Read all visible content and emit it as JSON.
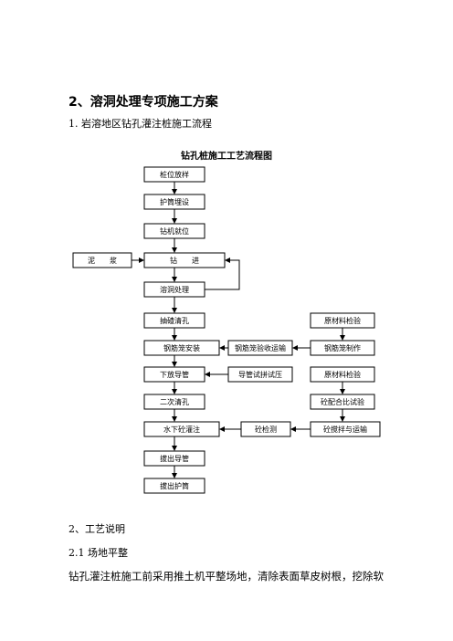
{
  "doc": {
    "heading": "2、溶洞处理专项施工方案",
    "subheading": "1. 岩溶地区钻孔灌注桩施工流程",
    "chart_title": "钻孔桩施工工艺流程图",
    "section2": "2、工艺说明",
    "section21": "2.1 场地平整",
    "body_text": "钻孔灌注桩施工前采用推土机平整场地，清除表面草皮树根，挖除软"
  },
  "flowchart": {
    "main_steps": [
      "桩位放样",
      "护筒埋设",
      "钻机就位",
      "钻　　进",
      "溶洞处理",
      "抽碴清孔",
      "钢筋笼安装",
      "下放导管",
      "二次清孔",
      "水下砼灌注",
      "拔出导管",
      "拔出护筒"
    ],
    "left_step": "泥　　浆",
    "middle_steps": [
      "钢筋笼验收运输",
      "导管试拼试压",
      "砼检测"
    ],
    "right_steps": [
      "原材料检验",
      "钢筋笼制作",
      "原材料检验",
      "砼配合比试验",
      "砼搅拌与运输"
    ]
  }
}
